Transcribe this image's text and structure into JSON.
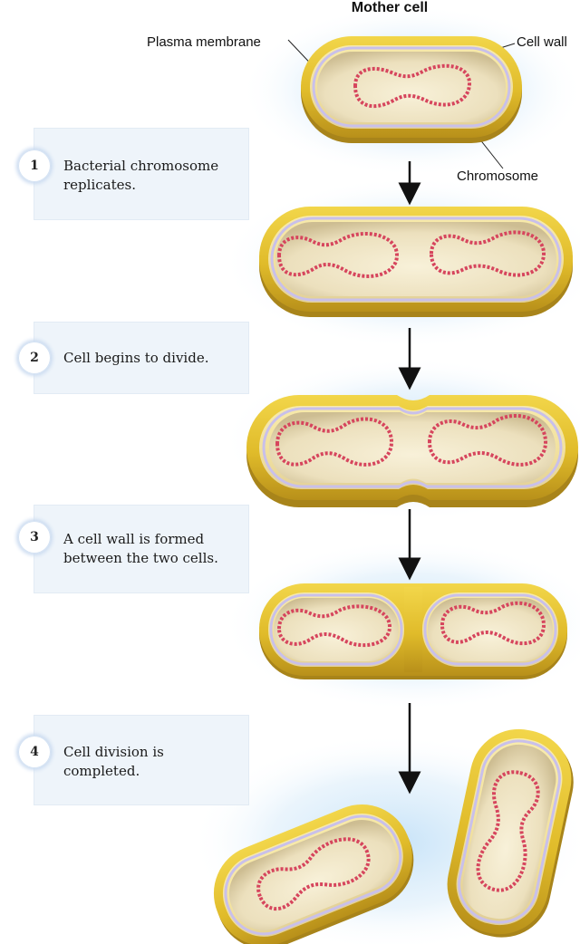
{
  "diagram": {
    "title": "Mother cell",
    "labels": {
      "plasma_membrane": "Plasma membrane",
      "cell_wall": "Cell wall",
      "chromosome": "Chromosome"
    },
    "steps": [
      {
        "number": "1",
        "line1": "Bacterial chromosome",
        "line2": "replicates."
      },
      {
        "number": "2",
        "line1": "Cell begins to divide.",
        "line2": ""
      },
      {
        "number": "3",
        "line1": "A cell wall is formed",
        "line2": "between the two cells."
      },
      {
        "number": "4",
        "line1": "Cell division is",
        "line2": "completed."
      }
    ],
    "colors": {
      "cell_wall": "#e3c02f",
      "cell_wall_dark": "#b08a1a",
      "membrane": "#cfc6ec",
      "cytoplasm": "#f3ead0",
      "chromosome": "#d6455d",
      "glow": "#cfe6f8",
      "arrow": "#111111"
    }
  }
}
